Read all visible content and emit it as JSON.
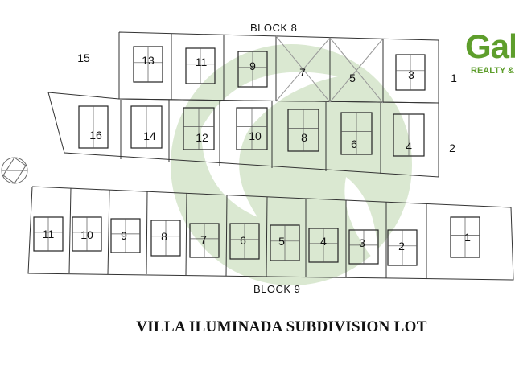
{
  "title": "VILLA ILUMINADA SUBDIVISION LOT",
  "logo": {
    "name": "Gab",
    "tagline": "REALTY &",
    "color": "#5e9e2c"
  },
  "watermark_color": "#6fa84a",
  "block8": {
    "label": "BLOCK 8",
    "top_lots": [
      "13",
      "11",
      "9",
      "7",
      "5",
      "3"
    ],
    "bottom_lots": [
      "16",
      "14",
      "12",
      "10",
      "8",
      "6",
      "4"
    ],
    "side_labels": {
      "left": "15",
      "right_top": "1",
      "right_bottom": "2"
    }
  },
  "block9": {
    "label": "BLOCK 9",
    "lots": [
      "11",
      "10",
      "9",
      "8",
      "7",
      "6",
      "5",
      "4",
      "3",
      "2",
      "1"
    ]
  }
}
